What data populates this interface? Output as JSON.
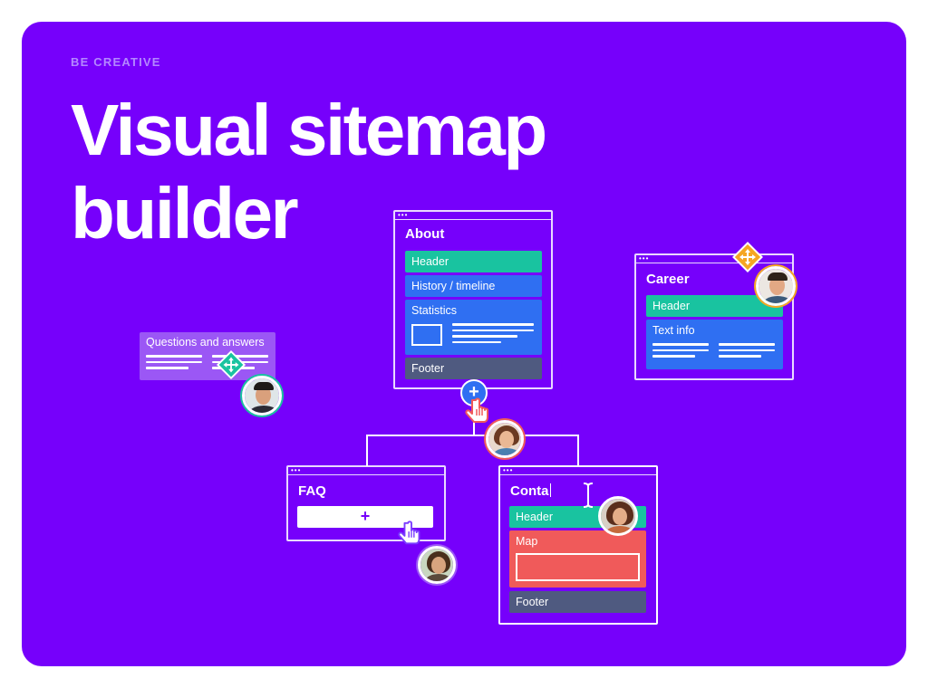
{
  "hero": {
    "eyebrow": "BE CREATIVE",
    "title_line1": "Visual sitemap",
    "title_line2": "builder"
  },
  "colors": {
    "background": "#7600fb",
    "teal": "#19c3a0",
    "blue": "#2f6ff2",
    "slate": "#4f5a80",
    "red": "#f05a5a",
    "lilac": "#9b57f5",
    "move_orange": "#f5a623"
  },
  "cards": {
    "about": {
      "title": "About",
      "blocks": [
        "Header",
        "History / timeline",
        "Statistics",
        "Footer"
      ]
    },
    "career": {
      "title": "Career",
      "blocks": [
        "Header",
        "Text info"
      ]
    },
    "faq": {
      "title": "FAQ",
      "add_label": "+"
    },
    "contacts": {
      "title": "Conta",
      "blocks": [
        "Header",
        "Map",
        "Footer"
      ]
    },
    "qa": {
      "label": "Questions and answers"
    }
  },
  "add_node_label": "+",
  "icons": {
    "move": "move-arrows-icon",
    "pointer": "hand-pointer-icon",
    "text_cursor": "text-cursor-icon"
  }
}
